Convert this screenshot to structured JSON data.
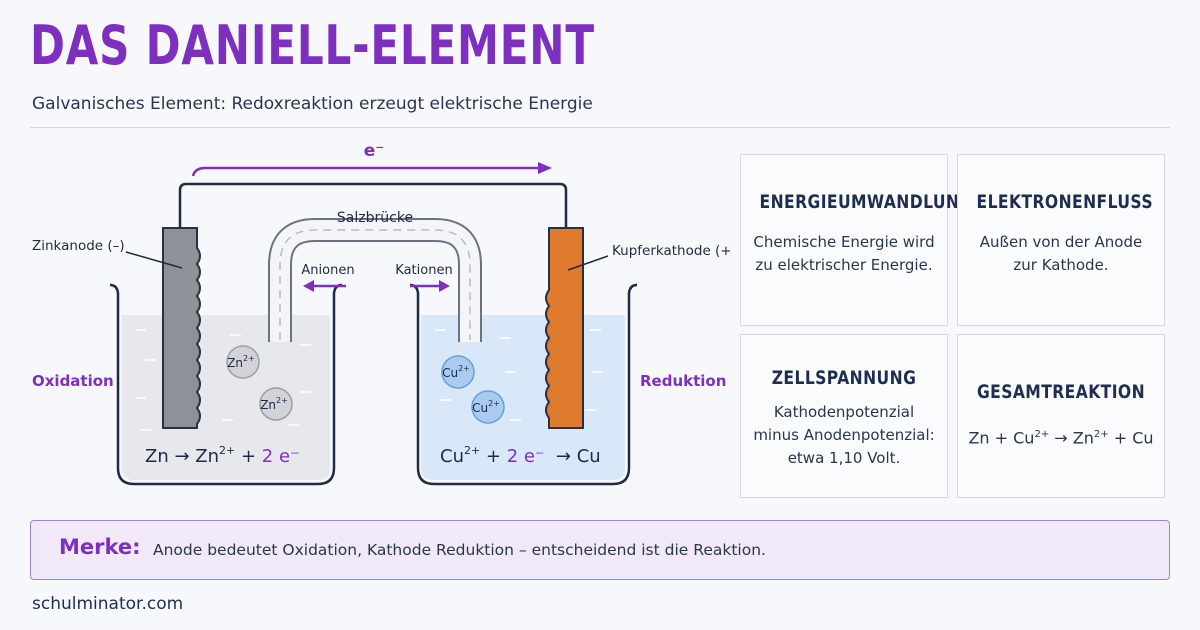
{
  "header": {
    "title": "DAS DANIELL-ELEMENT",
    "subtitle": "Galvanisches Element: Redoxreaktion erzeugt elektrische Energie"
  },
  "diagram": {
    "electron_label": "e⁻",
    "salt_bridge_label": "Salzbrücke",
    "anode_label": "Zinkanode (–)",
    "cathode_label": "Kupferkathode (+)",
    "anions_label": "Anionen",
    "cations_label": "Kationen",
    "oxidation_label": "Oxidation",
    "reduction_label": "Reduktion",
    "zn_ion_base": "Zn",
    "cu_ion_base": "Cu",
    "ion_charge": "2+",
    "left_equation": {
      "lhs": "Zn → Zn",
      "charge": "2+",
      "plus": " + ",
      "electrons": "2 e⁻"
    },
    "right_equation": {
      "ion": "Cu",
      "charge": "2+",
      "plus": " + ",
      "electrons": "2 e⁻",
      "rhs": "  → Cu"
    },
    "colors": {
      "purple": "#7d2fbf",
      "zinc": "#8e9198",
      "copper": "#e07a2e",
      "left_solution": "#e6e8ec",
      "right_solution": "#d8e8f8"
    }
  },
  "cards": [
    {
      "title": "ENERGIEUMWANDLUNG",
      "text1": "Chemische Energie wird",
      "text2": "zu elektrischer Energie."
    },
    {
      "title": "ELEKTRONENFLUSS",
      "text1": "Außen von der Anode",
      "text2": "zur Kathode."
    },
    {
      "title": "ZELLSPANNUNG",
      "text1": "Kathodenpotenzial",
      "text2": "minus Anodenpotenzial:",
      "text3": "etwa 1,10 Volt."
    },
    {
      "title": "GESAMTREAKTION",
      "eq_a": "Zn + Cu",
      "eq_charge1": "2+",
      "eq_b": " → Zn",
      "eq_charge2": "2+",
      "eq_c": " + Cu"
    }
  ],
  "note": {
    "label": "Merke:",
    "text": "Anode bedeutet Oxidation, Kathode Reduktion – entscheidend ist die Reaktion."
  },
  "footer": "schulminator.com"
}
